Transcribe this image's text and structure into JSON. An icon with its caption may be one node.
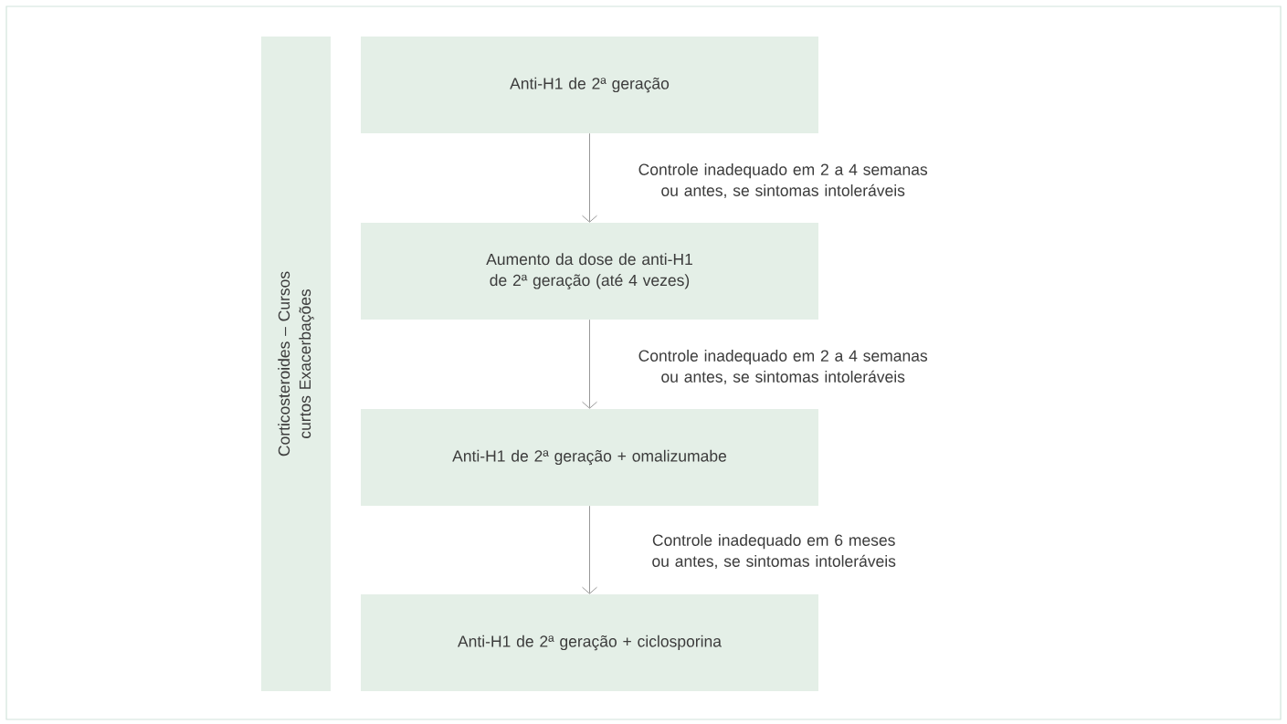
{
  "diagram": {
    "nodes": [
      {
        "text": [
          "Corticosteroides – Cursos curtos Exacerbações"
        ]
      },
      {
        "text": [
          "Anti-H1 de 2ª geração"
        ]
      },
      {
        "text": [
          "Aumento da dose de anti-H1 de 2ª geração (até 4 vezes)"
        ]
      },
      {
        "text": [
          "Anti-H1 de 2ª geração + omalizumabe"
        ]
      },
      {
        "text": [
          "Anti-H1 de 2ª geração + ciclosporina"
        ]
      }
    ],
    "edges": [
      {
        "from": 1,
        "to": 2,
        "arrow": "to",
        "label": "Controle inadequado em 2 a 4 semanas ou antes, se sintomas intoleráveis"
      },
      {
        "from": 2,
        "to": 3,
        "arrow": "to",
        "label": "Controle inadequado em 2 a 4 semanas ou antes, se sintomas intoleráveis"
      },
      {
        "from": 3,
        "to": 4,
        "arrow": "to",
        "label": "Controle inadequado em 6 meses ou antes, se sintomas intoleráveis"
      }
    ]
  }
}
